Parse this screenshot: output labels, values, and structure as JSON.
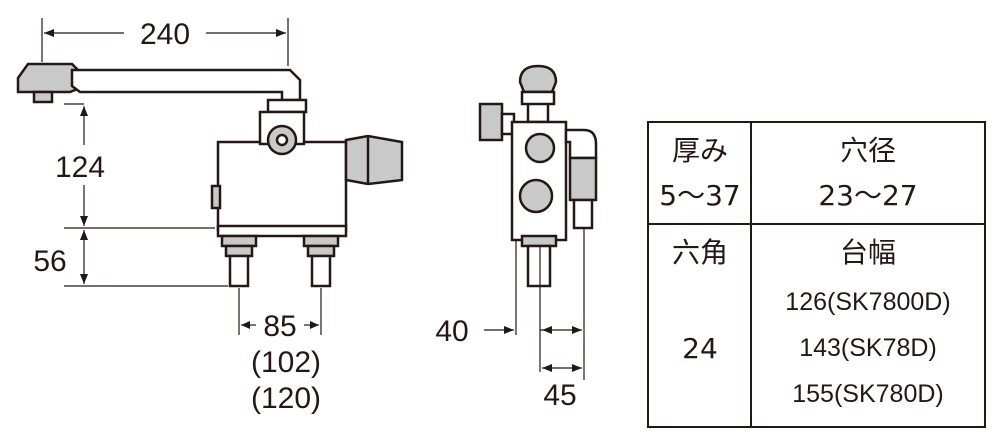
{
  "front_view": {
    "dim_spout_length": "240",
    "dim_spout_height": "124",
    "dim_body_height": "56",
    "dim_pitch": "85",
    "dim_pitch_alt1": "(102)",
    "dim_pitch_alt2": "(120)"
  },
  "side_view": {
    "dim_depth_a": "40",
    "dim_depth_b": "45"
  },
  "spec_table": {
    "header_thickness": "厚み",
    "value_thickness": "5～37",
    "header_hole": "穴径",
    "value_hole": "23～27",
    "header_hex": "六角",
    "value_hex": "24",
    "header_base": "台幅",
    "base_widths": [
      "126(SK7800D)",
      "143(SK78D)",
      "155(SK780D)"
    ]
  }
}
